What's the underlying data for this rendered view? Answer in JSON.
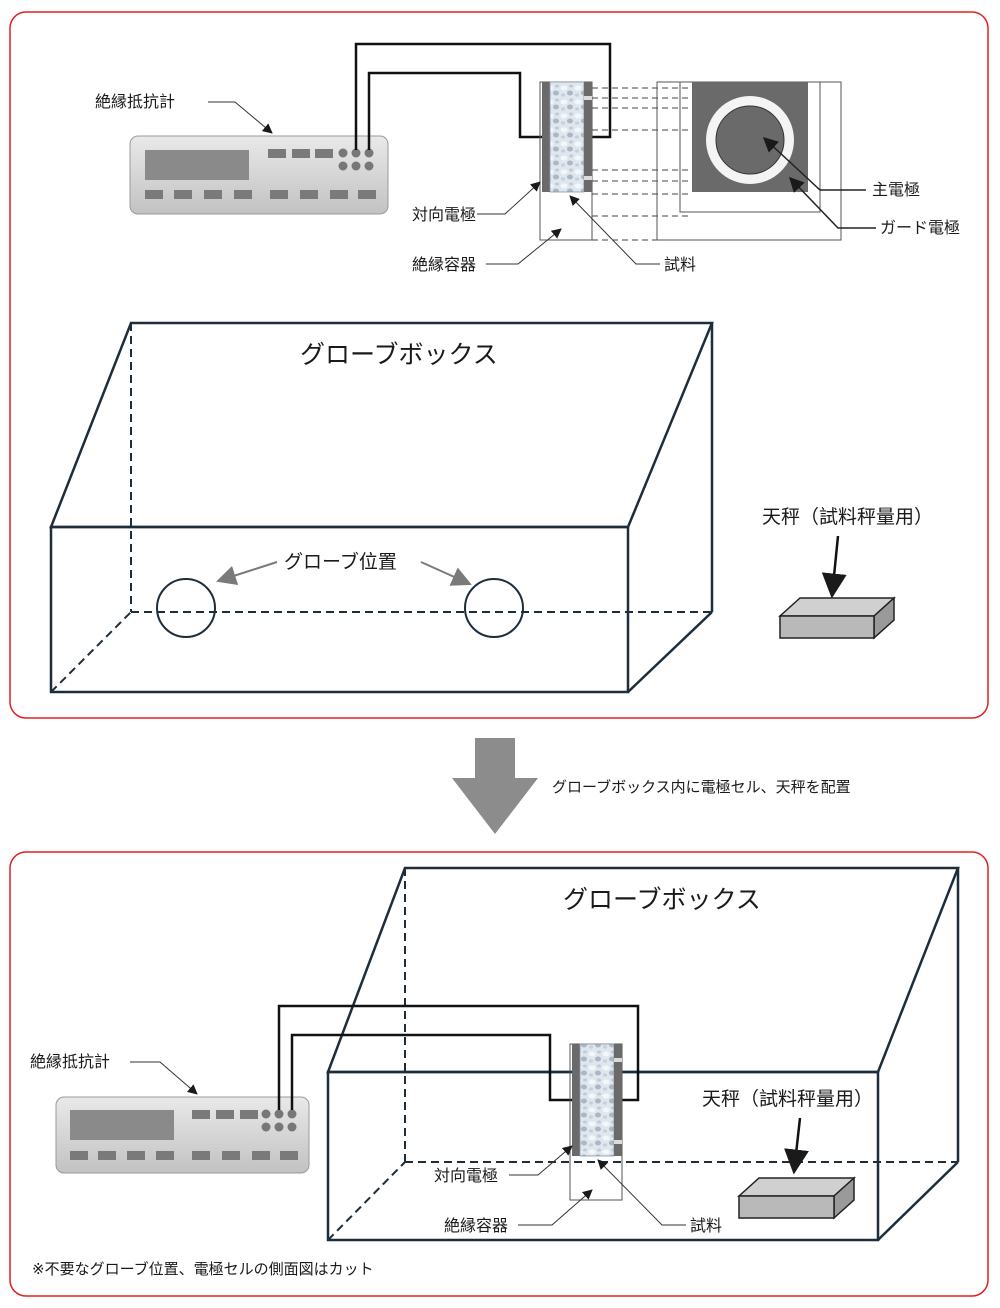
{
  "top_panel": {
    "meter_label": "絶縁抵抗計",
    "counter_electrode_label": "対向電極",
    "insulating_container_label": "絶縁容器",
    "sample_label": "試料",
    "main_electrode_label": "主電極",
    "guard_electrode_label": "ガード電極",
    "glovebox_label": "グローブボックス",
    "glove_position_label": "グローブ位置",
    "balance_label": "天秤（試料秤量用）"
  },
  "transition": {
    "caption": "グローブボックス内に電極セル、天秤を配置"
  },
  "bottom_panel": {
    "meter_label": "絶縁抵抗計",
    "glovebox_label": "グローブボックス",
    "balance_label": "天秤（試料秤量用）",
    "counter_electrode_label": "対向電極",
    "insulating_container_label": "絶縁容器",
    "sample_label": "試料",
    "note": "※不要なグローブ位置、電極セルの側面図はカット"
  },
  "colors": {
    "panel_border": "#e02020",
    "box_line": "#1d2d3a",
    "arrow_gray": "#8c8c8c",
    "device_body": "#d4d4d4",
    "electrode_dark": "#6a6a6a"
  }
}
